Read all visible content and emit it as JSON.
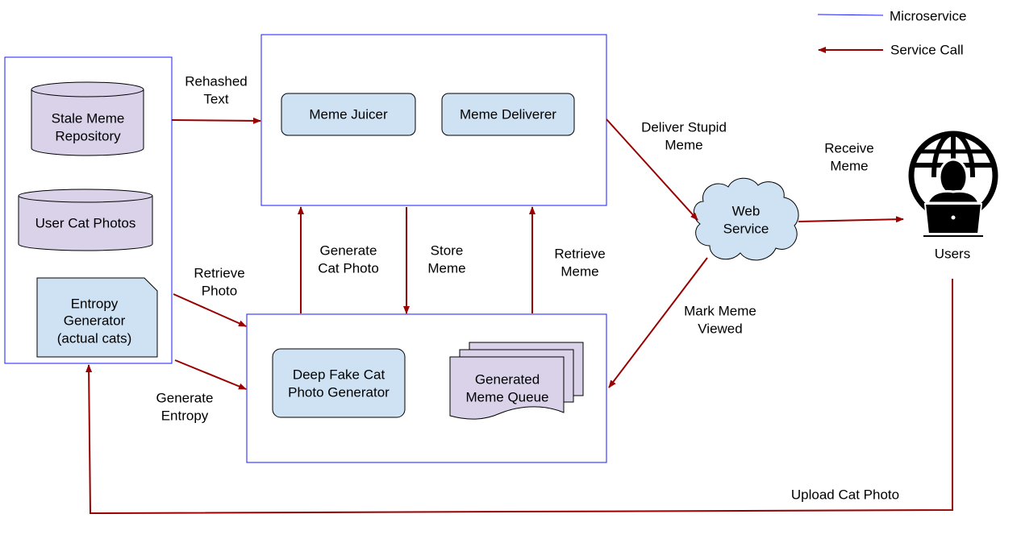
{
  "colors": {
    "microservice_border": "#1a1aff",
    "service_call": "#990000",
    "service_fill": "#cfe2f3",
    "storage_fill": "#d9d2e9"
  },
  "legend": {
    "microservice": "Microservice",
    "service_call": "Service Call"
  },
  "nodes": {
    "stale_meme_repository": [
      "Stale Meme",
      "Repository"
    ],
    "user_cat_photos": [
      "User Cat Photos"
    ],
    "entropy_generator": [
      "Entropy",
      "Generator",
      "(actual cats)"
    ],
    "meme_juicer": [
      "Meme Juicer"
    ],
    "meme_deliverer": [
      "Meme Deliverer"
    ],
    "deep_fake": [
      "Deep Fake Cat",
      "Photo Generator"
    ],
    "meme_queue": [
      "Generated",
      "Meme Queue"
    ],
    "web_service": [
      "Web",
      "Service"
    ],
    "users": [
      "Users"
    ]
  },
  "edges": {
    "rehashed_text": [
      "Rehashed",
      "Text"
    ],
    "deliver_stupid_meme": [
      "Deliver Stupid",
      "Meme"
    ],
    "receive_meme": [
      "Receive",
      "Meme"
    ],
    "generate_cat_photo": [
      "Generate",
      "Cat Photo"
    ],
    "store_meme": [
      "Store",
      "Meme"
    ],
    "retrieve_meme": [
      "Retrieve",
      "Meme"
    ],
    "mark_meme_viewed": [
      "Mark Meme",
      "Viewed"
    ],
    "retrieve_photo": [
      "Retrieve",
      "Photo"
    ],
    "generate_entropy": [
      "Generate",
      "Entropy"
    ],
    "upload_cat_photo": [
      "Upload Cat Photo"
    ]
  }
}
